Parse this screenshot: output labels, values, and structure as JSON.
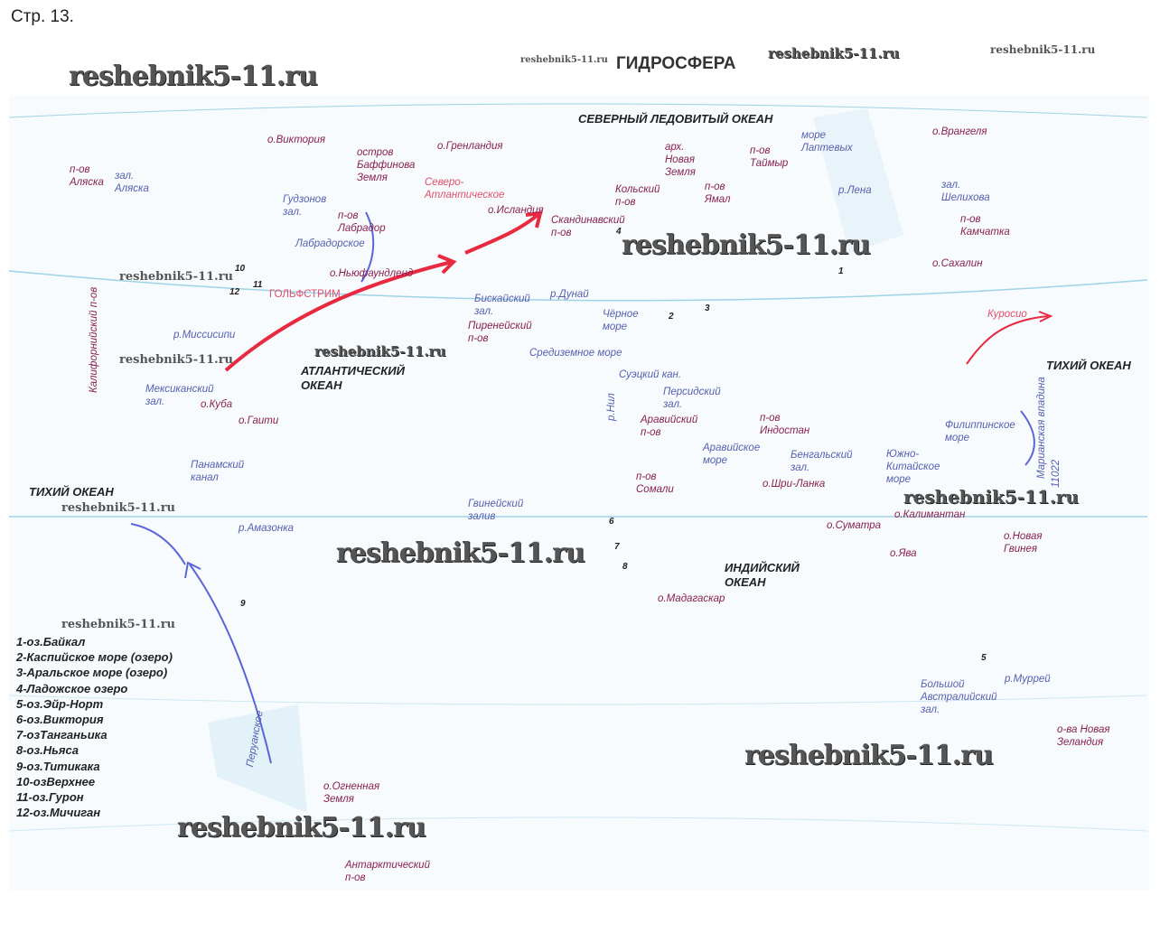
{
  "page_label": "Стр. 13.",
  "title": "ГИДРОСФЕРА",
  "watermark": "reshebnik5-11.ru",
  "oceans": {
    "arctic": "СЕВЕРНЫЙ ЛЕДОВИТЫЙ ОКЕАН",
    "atlantic": "АТЛАНТИЧЕСКИЙ\nОКЕАН",
    "pacific_east": "ТИХИЙ ОКЕАН",
    "pacific_west": "ТИХИЙ ОКЕАН",
    "indian": "ИНДИЙСКИЙ\nОКЕАН"
  },
  "labels": {
    "victoria": "о.Виктория",
    "baffin": "остров\nБаффинова\nЗемля",
    "greenland": "о.Гренландия",
    "alaska_pen": "п-ов\nАляска",
    "alaska_gulf": "зал.\nАляска",
    "hudson": "Гудзонов\nзал.",
    "labrador_pen": "п-ов\nЛабрадор",
    "labrador_sea": "Лабрадорское",
    "newfoundland": "о.Ньюфаундленд",
    "gulfstream": "ГОЛЬФСТРИМ",
    "california": "Калифорнийский п-ов",
    "mississippi": "р.Миссисипи",
    "mexico_gulf": "Мексиканский\nзал.",
    "cuba": "о.Куба",
    "haiti": "о.Гаити",
    "panama": "Панамский\nканал",
    "amazon": "р.Амазонка",
    "north_atlantic": "Северо-\nАтлантическое",
    "iceland": "о.Исландия",
    "scandinavia": "Скандинавский\nп-ов",
    "kola": "Кольский\nп-ов",
    "novaya_zemlya": "арх.\nНовая\nЗемля",
    "yamal": "п-ов\nЯмал",
    "taimyr": "п-ов\nТаймыр",
    "laptev": "море\nЛаптевых",
    "lena": "р.Лена",
    "wrangel": "о.Врангеля",
    "shelikhov": "зал.\nШелихова",
    "kamchatka": "п-ов\nКамчатка",
    "sakhalin": "о.Сахалин",
    "biscay": "Бискайский\nзал.",
    "pyrenees": "Пиренейский\nп-ов",
    "danube": "р.Дунай",
    "black_sea": "Чёрное\nморе",
    "mediterranean": "Средиземное море",
    "suez": "Суэцкий кан.",
    "nile": "р.Нил",
    "persian": "Персидский\nзал.",
    "arabian_pen": "Аравийский\nп-ов",
    "hindustan": "п-ов\nИндостан",
    "arabian_sea": "Аравийское\nморе",
    "bengal": "Бенгальский\nзал.",
    "sri_lanka": "о.Шри-Ланка",
    "somali": "п-ов\nСомали",
    "guinea": "Гвинейский\nзалив",
    "kuroshio": "Куросио",
    "philippine": "Филиппинское\nморе",
    "mariana": "Марианская впадина",
    "mariana_depth": "11022",
    "south_china": "Южно-\nКитайское\nморе",
    "kalimantan": "о.Калимантан",
    "sumatra": "о.Суматра",
    "java": "о.Ява",
    "new_guinea": "о.Новая\nГвинея",
    "madagascar": "о.Мадагаскар",
    "australian_bight": "Большой\nАвстралийский\nзал.",
    "murray": "р.Муррей",
    "new_zealand": "о-ва Новая\nЗеландия",
    "peru_current": "Перуанское",
    "tierra_del_fuego": "о.Огненная\nЗемля",
    "antarctic_pen": "Антарктический\nп-ов"
  },
  "numbers": [
    "1",
    "2",
    "3",
    "4",
    "5",
    "6",
    "7",
    "8",
    "9",
    "10",
    "11",
    "12"
  ],
  "legend": [
    "1-оз.Байкал",
    "2-Каспийское море (озеро)",
    "3-Аральское море (озеро)",
    "4-Ладожское озеро",
    "5-оз.Эйр-Норт",
    "6-оз.Виктория",
    "7-озТанганьика",
    "8-оз.Ньяса",
    "9-оз.Титикака",
    "10-озВерхнее",
    "11-оз.Гурон",
    "12-оз.Мичиган"
  ],
  "colors": {
    "land_label": "#8a2050",
    "water_label": "#5560b0",
    "warm_current": "#e8293f",
    "cold_current": "#5a66d8"
  }
}
